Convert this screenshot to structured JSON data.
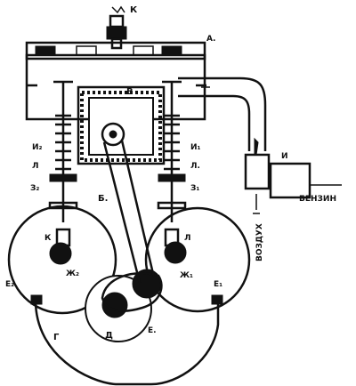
{
  "labels": {
    "spark_plug": "К",
    "cylinder_head": "А.",
    "piston": "В",
    "inlet_spring": "И₂",
    "exhaust_spring": "И₁",
    "inlet_valve_stem": "Л",
    "exhaust_valve_stem": "Л.",
    "inlet_guide": "З₂",
    "exhaust_guide": "З₁",
    "connecting_rod": "Б.",
    "inlet_cam": "Ж₂",
    "exhaust_cam": "Ж₁",
    "inlet_gear": "Е₂",
    "exhaust_gear": "Е₁",
    "crank_gear": "Е.",
    "crankshaft": "Д",
    "crankcase": "Г",
    "carburetor": "И",
    "inlet_roller": "К",
    "exhaust_roller": "Л",
    "fuel": "БЕНЗИН",
    "air": "ВОЗДУХ"
  }
}
